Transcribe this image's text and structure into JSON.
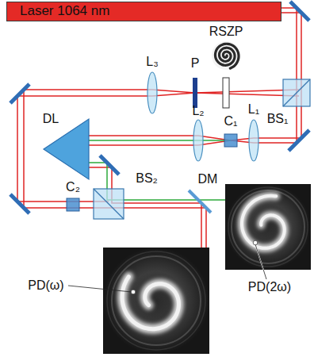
{
  "diagram": {
    "nodes": [
      {
        "text": [
          "Laser 1064 nm"
        ]
      }
    ],
    "labels": [
      "RSZP",
      "L₃",
      "P",
      "BS₁",
      "L₁",
      "C₁",
      "L₂",
      "DL",
      "BS₂",
      "DM",
      "C₂",
      "PD(2ω)",
      "PD(ω)"
    ]
  }
}
